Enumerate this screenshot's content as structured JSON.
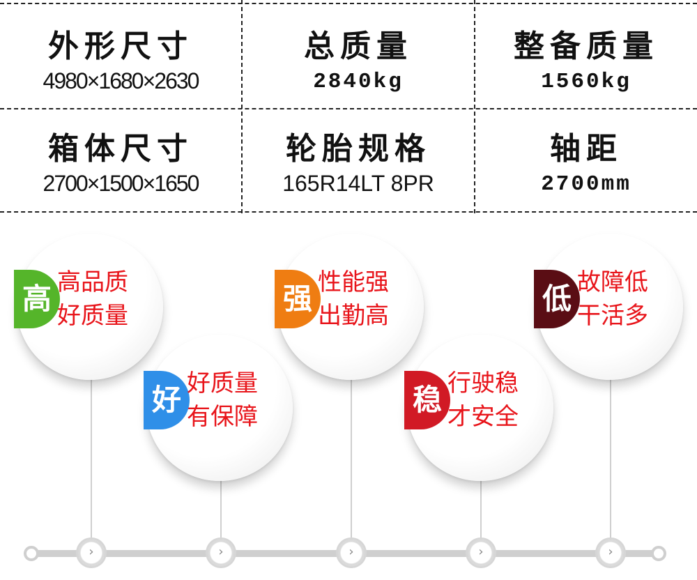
{
  "specs": [
    {
      "title": "外形尺寸",
      "value": "4980×1680×2630"
    },
    {
      "title": "总质量",
      "value": "2840kg"
    },
    {
      "title": "整备质量",
      "value": "1560kg"
    },
    {
      "title": "箱体尺寸",
      "value": "2700×1500×1650"
    },
    {
      "title": "轮胎规格",
      "value": "165R14LT 8PR"
    },
    {
      "title": "轴距",
      "value": "2700mm"
    }
  ],
  "features": [
    {
      "badge": "高",
      "line1": "高品质",
      "line2": "好质量",
      "badge_color": "#55b52a"
    },
    {
      "badge": "好",
      "line1": "好质量",
      "line2": "有保障",
      "badge_color": "#2f8fe8"
    },
    {
      "badge": "强",
      "line1": "性能强",
      "line2": "出勤高",
      "badge_color": "#ef7d12"
    },
    {
      "badge": "稳",
      "line1": "行驶稳",
      "line2": "才安全",
      "badge_color": "#d11a25"
    },
    {
      "badge": "低",
      "line1": "故障低",
      "line2": "干活多",
      "badge_color": "#5a0d14"
    }
  ],
  "timeline": {
    "node_icon": "chevron-right-icon",
    "node_glyph": "›"
  },
  "colors": {
    "feature_text": "#e8141a",
    "line": "#cfcfcf"
  }
}
